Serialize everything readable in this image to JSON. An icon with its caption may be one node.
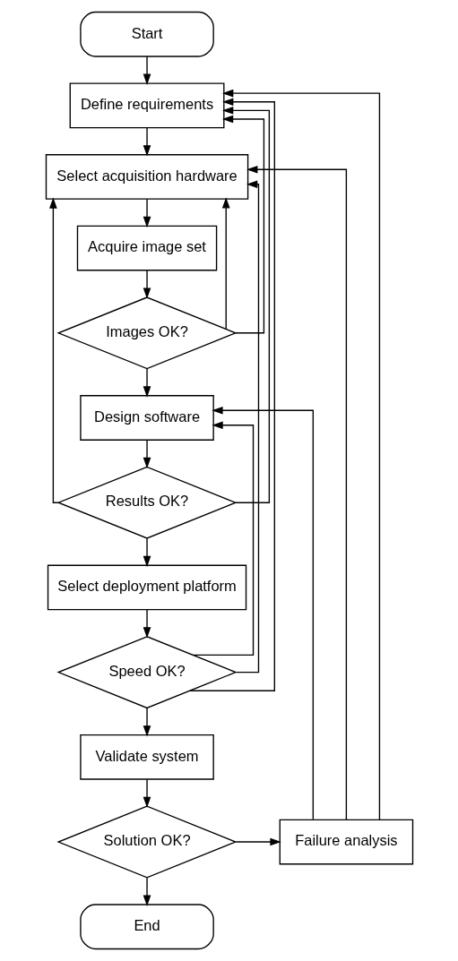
{
  "diagram": {
    "nodes": [
      {
        "text": [
          "Start"
        ]
      },
      {
        "text": [
          "Define requirements"
        ]
      },
      {
        "text": [
          "Select acquisition hardware"
        ]
      },
      {
        "text": [
          "Acquire image set"
        ]
      },
      {
        "text": [
          "Images OK?"
        ]
      },
      {
        "text": [
          "Design software"
        ]
      },
      {
        "text": [
          "Results OK?"
        ]
      },
      {
        "text": [
          "Select deployment platform"
        ]
      },
      {
        "text": [
          "Speed OK?"
        ]
      },
      {
        "text": [
          "Validate system"
        ]
      },
      {
        "text": [
          "Solution OK?"
        ]
      },
      {
        "text": [
          "Failure analysis"
        ]
      },
      {
        "text": [
          "End"
        ]
      }
    ],
    "edges": [
      {
        "from": 0,
        "to": 1,
        "arrow": "to"
      },
      {
        "from": 1,
        "to": 2,
        "arrow": "to"
      },
      {
        "from": 2,
        "to": 3,
        "arrow": "to"
      },
      {
        "from": 3,
        "to": 4,
        "arrow": "to"
      },
      {
        "from": 4,
        "to": 5,
        "arrow": "to"
      },
      {
        "from": 5,
        "to": 6,
        "arrow": "to"
      },
      {
        "from": 6,
        "to": 7,
        "arrow": "to"
      },
      {
        "from": 7,
        "to": 8,
        "arrow": "to"
      },
      {
        "from": 8,
        "to": 9,
        "arrow": "to"
      },
      {
        "from": 9,
        "to": 10,
        "arrow": "to"
      },
      {
        "from": 10,
        "to": 12,
        "arrow": "to"
      },
      {
        "from": 10,
        "to": 11,
        "arrow": "to"
      },
      {
        "from": 4,
        "to": 1,
        "arrow": "to"
      },
      {
        "from": 4,
        "to": 2,
        "arrow": "to"
      },
      {
        "from": 6,
        "to": 1,
        "arrow": "to"
      },
      {
        "from": 6,
        "to": 2,
        "arrow": "to"
      },
      {
        "from": 8,
        "to": 5,
        "arrow": "to"
      },
      {
        "from": 8,
        "to": 2,
        "arrow": "to"
      },
      {
        "from": 8,
        "to": 1,
        "arrow": "to"
      },
      {
        "from": 11,
        "to": 5,
        "arrow": "to"
      },
      {
        "from": 11,
        "to": 2,
        "arrow": "to"
      },
      {
        "from": 11,
        "to": 1,
        "arrow": "to"
      }
    ]
  }
}
